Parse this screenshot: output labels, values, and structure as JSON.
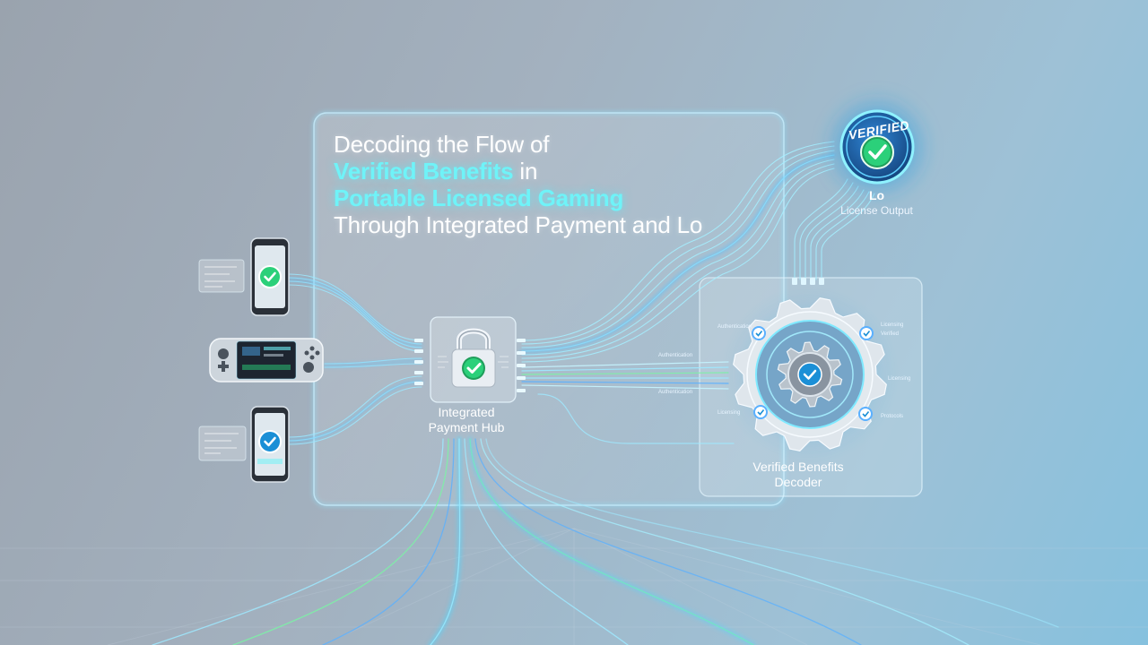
{
  "title": {
    "line1": "Decoding the Flow of",
    "line2_accent": "Verified Benefits",
    "line2_rest": " in",
    "line3_accent": "Portable Licensed Gaming",
    "line4": "Through Integrated Payment and Lo"
  },
  "hub": {
    "label_line1": "Integrated",
    "label_line2": "Payment Hub",
    "icon": "padlock-check-icon"
  },
  "decoder": {
    "label_line1": "Verified Benefits",
    "label_line2": "Decoder",
    "icon": "gear-check-icon",
    "ring_labels": [
      "Authentication",
      "Licensing",
      "Verified",
      "Licensing",
      "Licensing",
      "Protocols"
    ]
  },
  "output": {
    "badge_text": "VERIFIED",
    "label": "Lo",
    "sublabel": "License Output",
    "icon": "check-badge-icon"
  },
  "connectors": {
    "upper": "Authentication",
    "lower": "Authentication"
  },
  "devices": [
    {
      "name": "smartphone",
      "icon": "phone-check-icon"
    },
    {
      "name": "handheld-console",
      "icon": "console-icon"
    },
    {
      "name": "smartphone",
      "icon": "phone-check-icon"
    }
  ],
  "colors": {
    "accent_cyan": "#6ff3f8",
    "check_green": "#2bd07a",
    "flow_green": "#7cf2a6",
    "flow_blue": "#5ab0ff"
  }
}
